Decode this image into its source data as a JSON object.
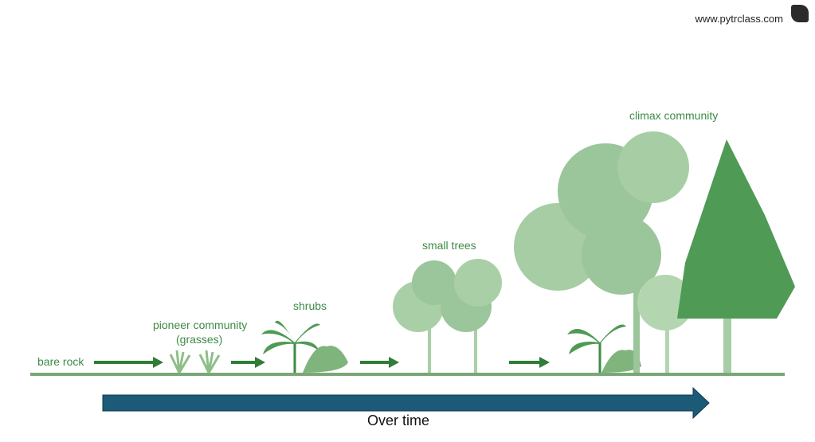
{
  "watermark": "www.pytrclass.com",
  "stages": {
    "bare_rock": "bare rock",
    "pioneer_line1": "pioneer community",
    "pioneer_line2": "(grasses)",
    "shrubs": "shrubs",
    "small_trees": "small trees",
    "climax": "climax community"
  },
  "timeline_label": "Over time",
  "colors": {
    "label": "#3e8a45",
    "ground": "#7aa776",
    "arrow_green": "#2f7d38",
    "time_arrow": "#1c5a78",
    "tree_light": "#9bc59a",
    "tree_dark": "#4f9a55"
  }
}
